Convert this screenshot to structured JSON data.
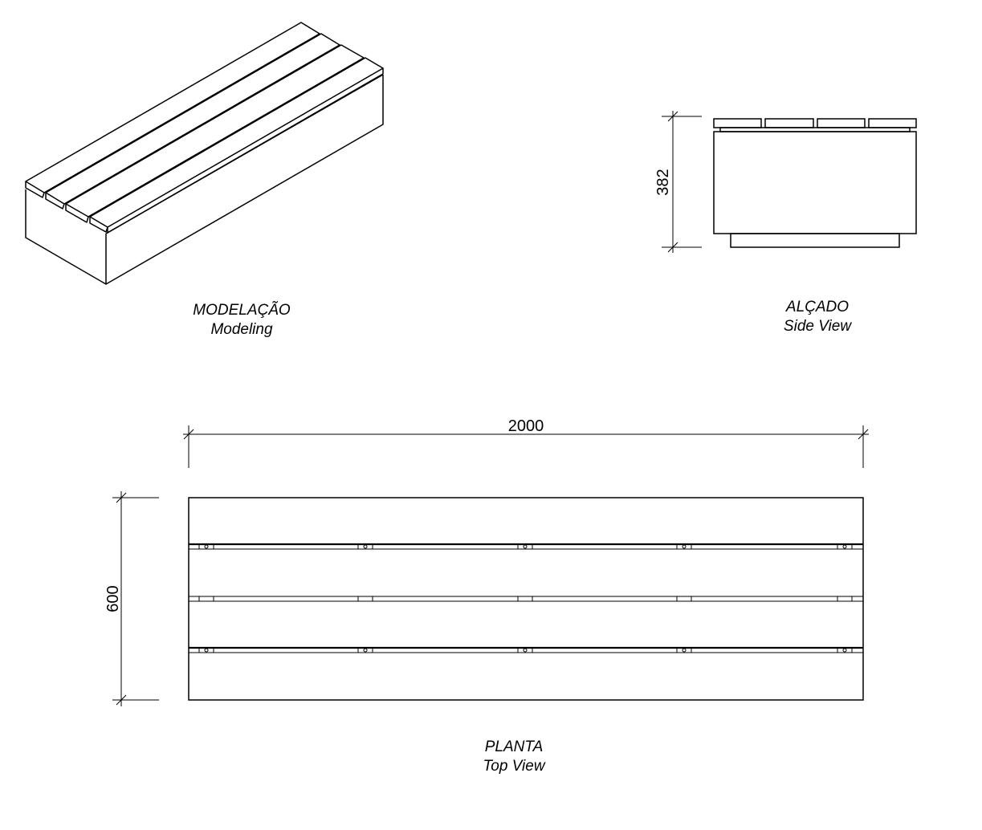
{
  "views": {
    "modeling": {
      "title": "MODELAÇÃO",
      "subtitle": "Modeling"
    },
    "side": {
      "title": "ALÇADO",
      "subtitle": "Side View"
    },
    "top": {
      "title": "PLANTA",
      "subtitle": "Top View"
    }
  },
  "dimensions": {
    "height": "382",
    "length": "2000",
    "width": "600"
  }
}
